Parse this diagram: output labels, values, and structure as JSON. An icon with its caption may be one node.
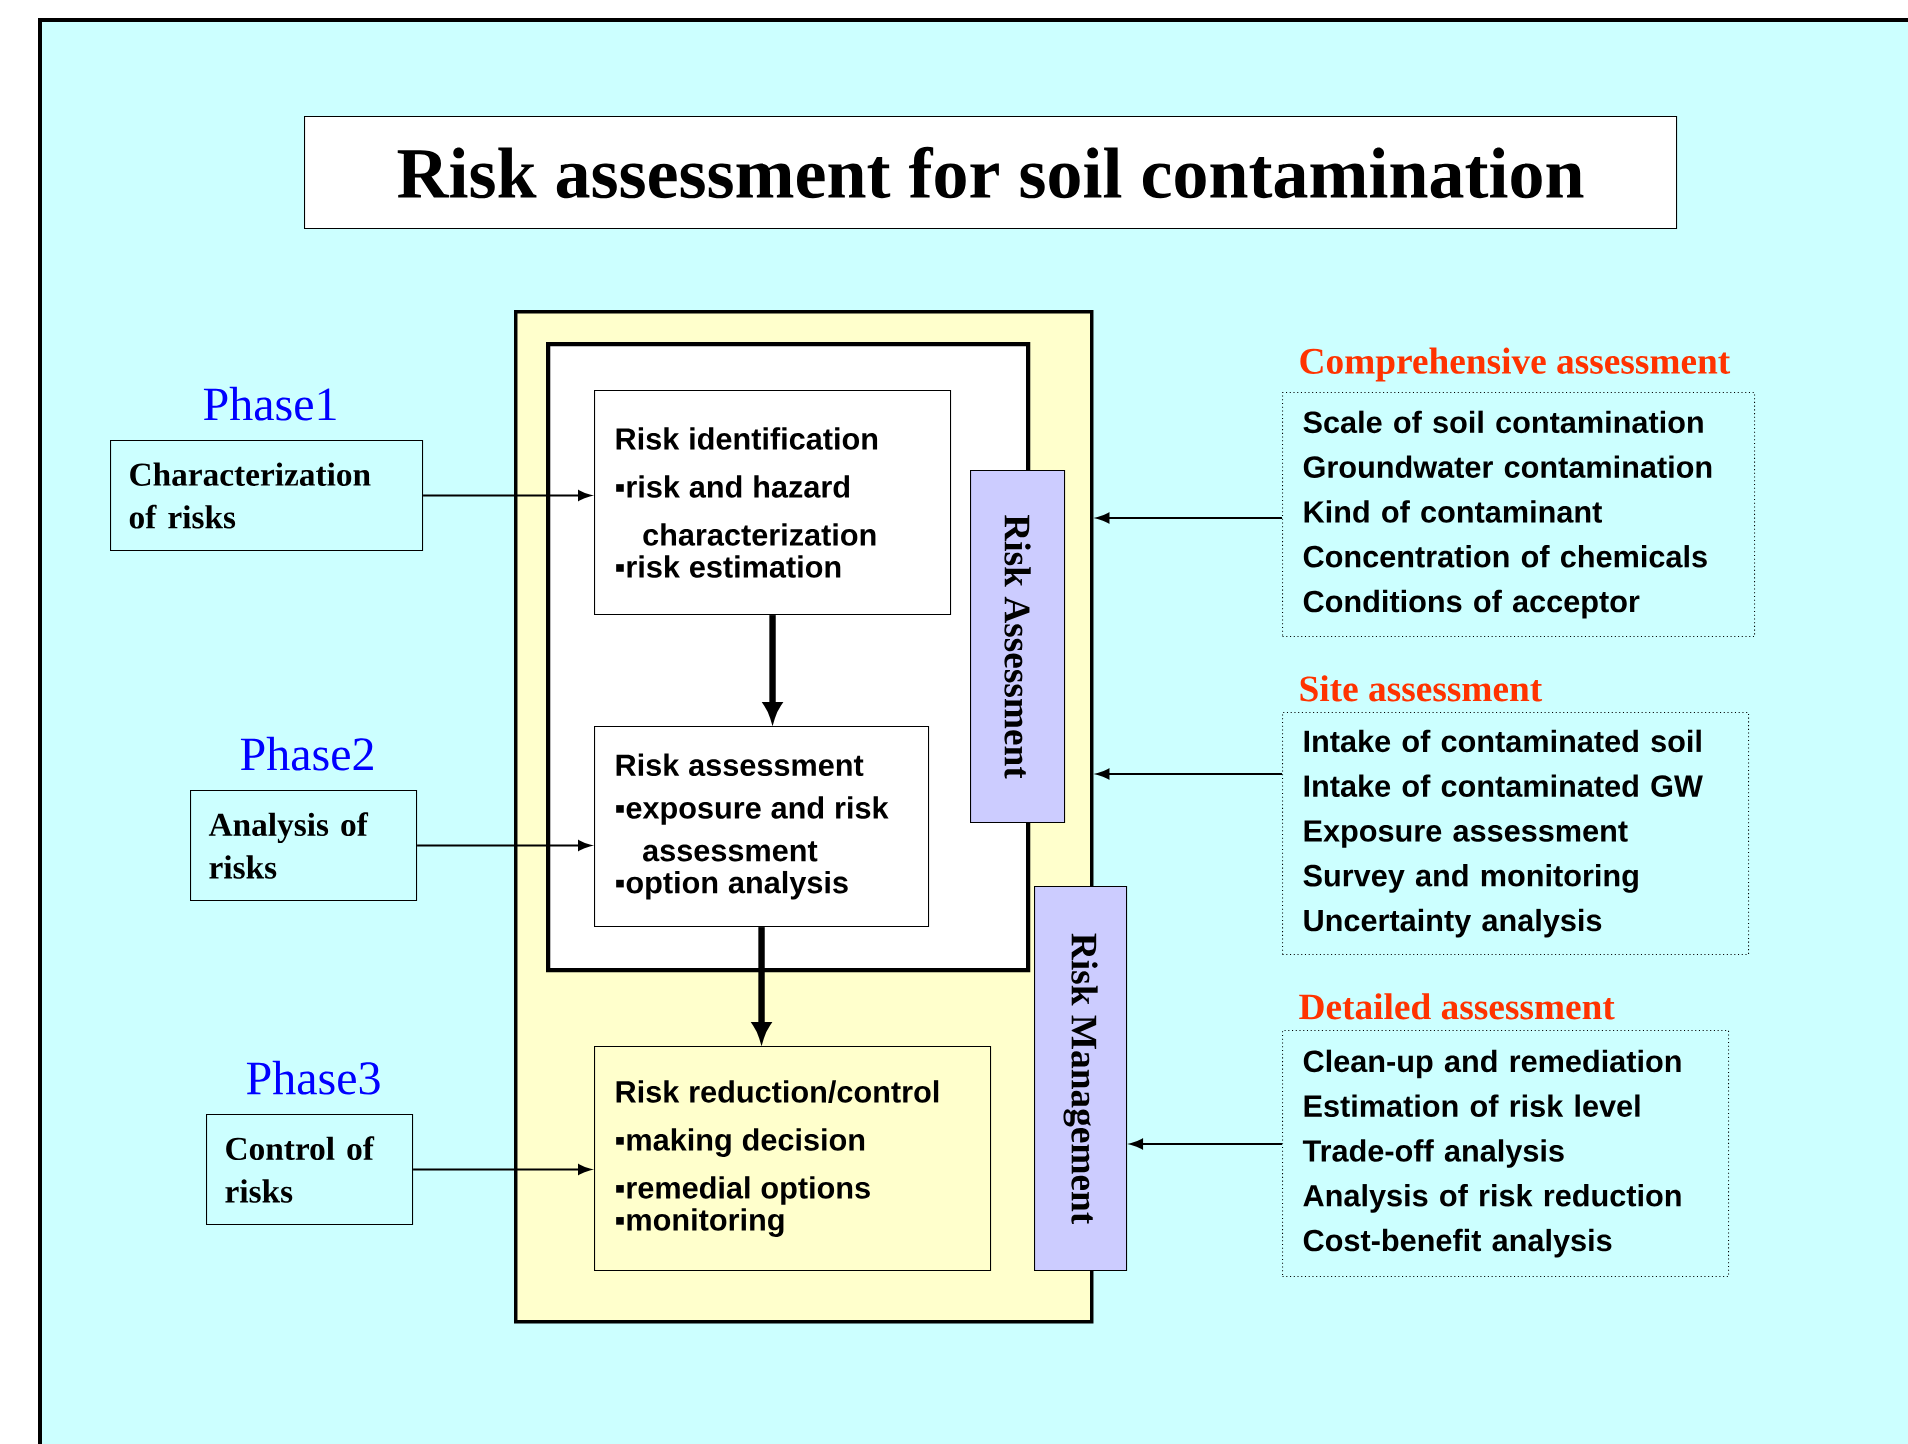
{
  "diagram": {
    "title": "Risk assessment for soil contamination",
    "nodes": [
      {
        "text": [],
        "shape": "box"
      },
      {
        "text": [],
        "shape": "box",
        "in": 0
      },
      {
        "text": [
          "Risk identification",
          "▪risk and hazard characterization",
          "▪risk estimation"
        ],
        "in": 1
      },
      {
        "text": [
          "Risk assessment",
          "▪exposure and risk assessment",
          "▪option analysis"
        ],
        "in": 1
      },
      {
        "text": [
          "Risk reduction/control",
          "▪making decision",
          "▪remedial options",
          "▪monitoring"
        ],
        "in": 0
      },
      {
        "text": [
          "Risk Assessment"
        ],
        "in": 0
      },
      {
        "text": [
          "Risk Management"
        ]
      },
      {
        "text": [
          "Characterization of risks"
        ],
        "beside": [
          "Phase1"
        ]
      },
      {
        "text": [
          "Analysis of risks"
        ],
        "beside": [
          "Phase2"
        ]
      },
      {
        "text": [
          "Control of risks"
        ],
        "beside": [
          "Phase3"
        ]
      },
      {
        "text": [
          "Comprehensive assessment",
          "Scale of soil contamination",
          "Groundwater contamination",
          "Kind of contaminant",
          "Concentration of chemicals",
          "Conditions of acceptor"
        ]
      },
      {
        "text": [
          "Site assessment",
          "Intake of contaminated soil",
          "Intake of contaminated GW",
          "Exposure assessment",
          "Survey and monitoring",
          "Uncertainty analysis"
        ]
      },
      {
        "text": [
          "Detailed assessment",
          "Clean-up and remediation",
          "Estimation of risk level",
          "Trade-off analysis",
          "Analysis of risk reduction",
          "Cost-benefit analysis"
        ]
      }
    ],
    "edges": [
      {
        "from": 7,
        "to": 2,
        "arrow": "to"
      },
      {
        "from": 8,
        "to": 3,
        "arrow": "to"
      },
      {
        "from": 9,
        "to": 4,
        "arrow": "to"
      },
      {
        "from": 2,
        "to": 3,
        "arrow": "to",
        "style": "thick"
      },
      {
        "from": 3,
        "to": 4,
        "arrow": "to",
        "style": "thick"
      },
      {
        "from": 10,
        "to": 0,
        "arrow": "to"
      },
      {
        "from": 11,
        "to": 0,
        "arrow": "to"
      },
      {
        "from": 12,
        "to": 6,
        "arrow": "to"
      }
    ]
  }
}
